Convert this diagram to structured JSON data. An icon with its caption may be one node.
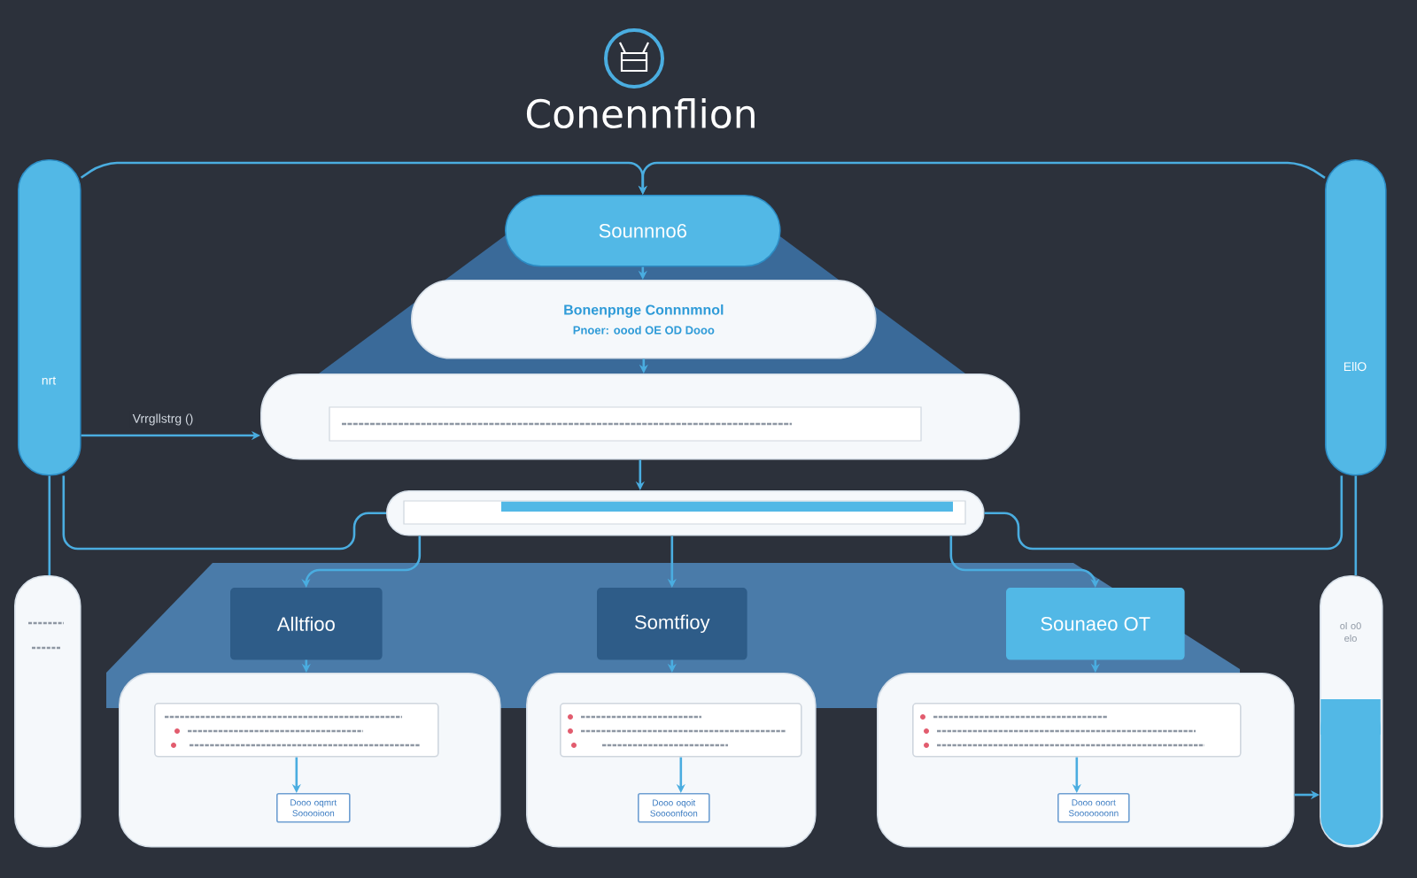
{
  "diagram": {
    "title": "Conennflion",
    "nodes": [
      {
        "text": [
          "nrt"
        ]
      },
      {
        "text": [
          "EllO"
        ]
      },
      {
        "text": [
          "Sounnno6"
        ]
      },
      {
        "text": [
          "Bonenpnge Connnmnol",
          "Pnoer: oood OE OD Dooo"
        ]
      },
      {
        "text": [],
        "shape": "box"
      },
      {
        "text": [],
        "shape": "bar"
      },
      {
        "text": [],
        "shape": "box"
      },
      {
        "text": [
          "Alltfioo"
        ]
      },
      {
        "text": [
          "Somtfioy"
        ]
      },
      {
        "text": [
          "Sounaeo OT"
        ]
      },
      {
        "text": [
          "ol o0 elo"
        ]
      },
      {
        "text": [],
        "shape": "box"
      },
      {
        "text": [],
        "shape": "box",
        "in": 11
      },
      {
        "text": [
          "Dooo oqmrt Sooooioon"
        ],
        "in": 11
      },
      {
        "text": [],
        "shape": "box"
      },
      {
        "text": [],
        "shape": "box",
        "in": 14
      },
      {
        "text": [
          "Dooo oqoit Soooonfoon"
        ],
        "in": 14
      },
      {
        "text": [],
        "shape": "box"
      },
      {
        "text": [],
        "shape": "box",
        "in": 17
      },
      {
        "text": [
          "Dooo ooort Sooooooonn"
        ],
        "in": 17
      }
    ],
    "edges": [
      {
        "from": 0,
        "to": 2,
        "arrow": "to"
      },
      {
        "from": 1,
        "to": 2,
        "arrow": "to"
      },
      {
        "from": 2,
        "to": 3,
        "arrow": "to"
      },
      {
        "from": 3,
        "to": 4,
        "arrow": "to"
      },
      {
        "from": 4,
        "to": 5,
        "arrow": "to"
      },
      {
        "from": 0,
        "to": 4,
        "arrow": "to",
        "label": "Vrrgllstrg ()"
      },
      {
        "from": 0,
        "to": 6,
        "arrow": "none"
      },
      {
        "from": 0,
        "to": 5,
        "arrow": "none"
      },
      {
        "from": 1,
        "to": 5,
        "arrow": "none"
      },
      {
        "from": 1,
        "to": 10,
        "arrow": "none"
      },
      {
        "from": 5,
        "to": 7,
        "arrow": "to"
      },
      {
        "from": 5,
        "to": 8,
        "arrow": "to"
      },
      {
        "from": 5,
        "to": 9,
        "arrow": "to"
      },
      {
        "from": 7,
        "to": 11,
        "arrow": "to"
      },
      {
        "from": 8,
        "to": 14,
        "arrow": "to"
      },
      {
        "from": 9,
        "to": 17,
        "arrow": "to"
      },
      {
        "from": 12,
        "to": 13,
        "arrow": "to"
      },
      {
        "from": 15,
        "to": 16,
        "arrow": "to"
      },
      {
        "from": 18,
        "to": 19,
        "arrow": "to"
      },
      {
        "from": 17,
        "to": 10,
        "arrow": "to"
      }
    ]
  }
}
